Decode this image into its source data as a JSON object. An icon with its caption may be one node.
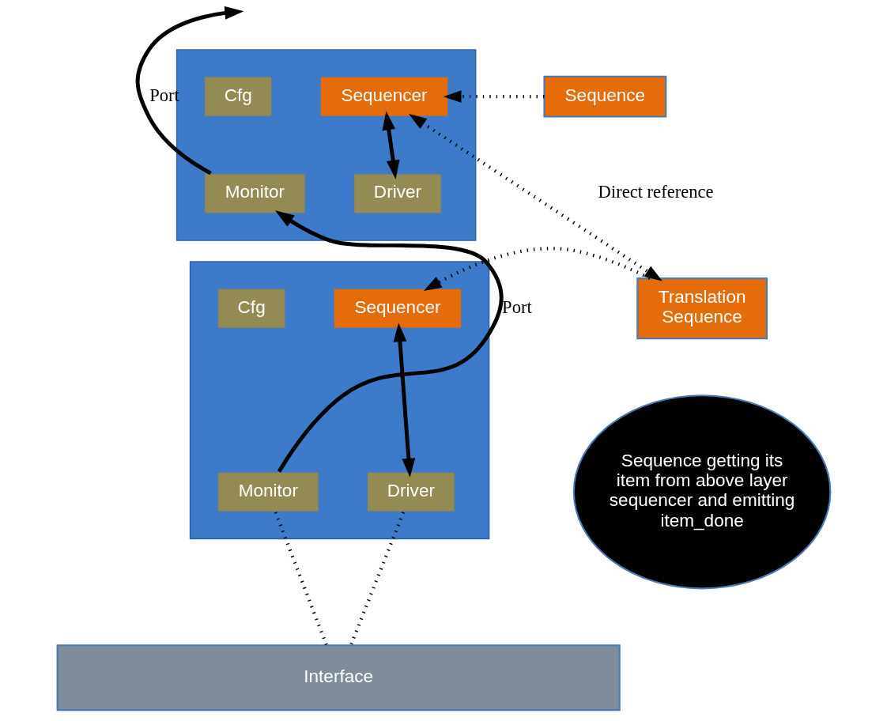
{
  "diagram": {
    "nodes": [
      {
        "text": [],
        "shape": "box"
      },
      {
        "text": [
          "Cfg"
        ],
        "in": 0
      },
      {
        "text": [
          "Sequencer"
        ],
        "in": 0
      },
      {
        "text": [
          "Monitor"
        ],
        "in": 0
      },
      {
        "text": [
          "Driver"
        ],
        "in": 0
      },
      {
        "text": [
          "Sequence"
        ]
      },
      {
        "text": [],
        "shape": "box"
      },
      {
        "text": [
          "Cfg"
        ],
        "in": 6
      },
      {
        "text": [
          "Sequencer"
        ],
        "in": 6
      },
      {
        "text": [
          "Monitor"
        ],
        "in": 6
      },
      {
        "text": [
          "Driver"
        ],
        "in": 6
      },
      {
        "text": [
          "Translation Sequence"
        ]
      },
      {
        "text": [
          "Sequence getting its item from above layer sequencer and emitting item_done"
        ]
      },
      {
        "text": [
          "Interface"
        ]
      }
    ],
    "edges": [
      {
        "from": 3,
        "to": null,
        "arrow": "to",
        "label": "Port"
      },
      {
        "from": 9,
        "to": 3,
        "arrow": "to",
        "label": "Port"
      },
      {
        "from": 2,
        "to": 4,
        "arrow": "both"
      },
      {
        "from": 8,
        "to": 10,
        "arrow": "both"
      },
      {
        "from": 5,
        "to": 2,
        "arrow": "to",
        "style": "dashed"
      },
      {
        "from": 2,
        "to": 11,
        "arrow": "both",
        "label": "Direct reference",
        "style": "dashed"
      },
      {
        "from": 11,
        "to": 8,
        "arrow": "to",
        "style": "dashed"
      },
      {
        "from": 9,
        "to": 13,
        "arrow": "none",
        "style": "dashed"
      },
      {
        "from": 10,
        "to": 13,
        "arrow": "none",
        "style": "dashed"
      }
    ]
  }
}
